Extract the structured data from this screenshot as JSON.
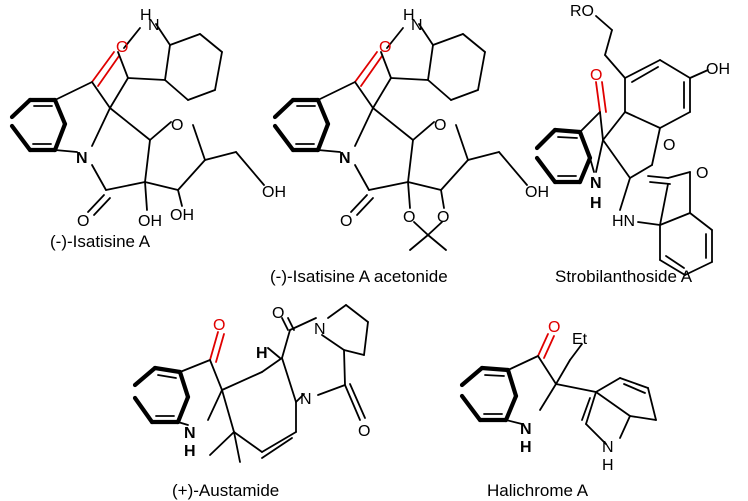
{
  "compounds": {
    "c1": {
      "name": "(-)-Isatisine A",
      "atoms": {
        "nh": "H",
        "nh_n": "N",
        "o_keto": "O",
        "n": "N",
        "o_ring": "O",
        "o_amide": "O",
        "oh1": "OH",
        "oh2": "OH",
        "oh3": "OH"
      }
    },
    "c2": {
      "name": "(-)-Isatisine A acetonide",
      "atoms": {
        "nh": "H",
        "nh_n": "N",
        "o_keto": "O",
        "n": "N",
        "o_ring": "O",
        "o_amide": "O",
        "oh": "OH",
        "o1": "O",
        "o2": "O"
      }
    },
    "c3": {
      "name": "Strobilanthoside A",
      "atoms": {
        "ro": "RO",
        "oh": "OH",
        "o_keto": "O",
        "o_ring": "O",
        "o_keto2": "O",
        "nh": "N",
        "h": "H",
        "hn": "HN"
      }
    },
    "c4": {
      "name": "(+)-Austamide",
      "atoms": {
        "o_keto": "O",
        "h": "H",
        "o1": "O",
        "n1": "N",
        "n2": "N",
        "o2": "O",
        "nh": "N",
        "h2": "H"
      }
    },
    "c5": {
      "name": "Halichrome A",
      "atoms": {
        "o_keto": "O",
        "et": "Et",
        "nh": "N",
        "h": "H",
        "n_ind": "N",
        "h_ind": "H"
      }
    }
  }
}
